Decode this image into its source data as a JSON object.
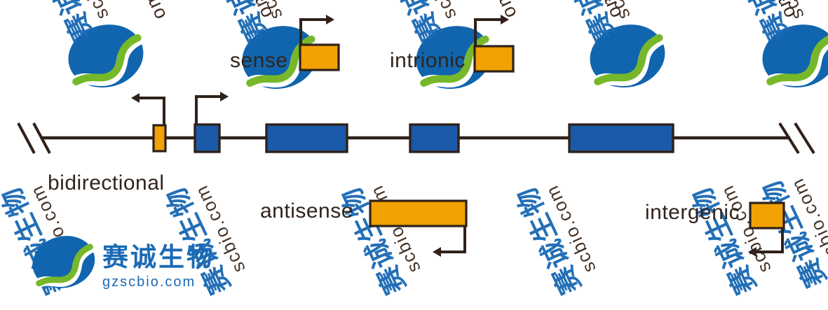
{
  "diagram": {
    "labels": {
      "sense": "sense",
      "intronic": "intrionic",
      "bidirectional": "bidirectional",
      "antisense": "antisense",
      "intergenic": "intergenic"
    }
  },
  "watermark": {
    "brand_cn": "赛诚生物",
    "brand_domain": "gzscbio.com",
    "tile_domain": "scbio.com",
    "tile_fragment": "om"
  },
  "colors": {
    "orange": "#F2A102",
    "exon_blue": "#1B59A9",
    "line_dark": "#2F211A",
    "label_dark": "#31241C",
    "wm_blue": "#1B6AB5",
    "wm_dark": "#3E2B1F",
    "logo_blue": "#1065AE",
    "logo_green": "#76B82A"
  }
}
